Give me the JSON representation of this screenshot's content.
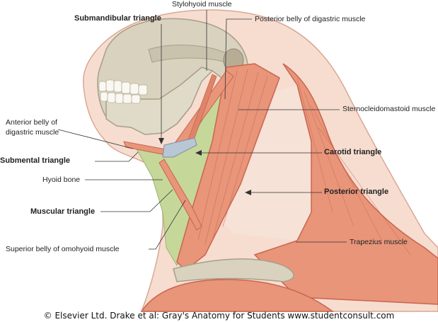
{
  "labels": {
    "submandibular_triangle": "Submandibular triangle",
    "stylohyoid_muscle": "Stylohyoid muscle",
    "posterior_belly_digastric": "Posterior belly of digastric muscle",
    "anterior_belly_digastric_line1": "Anterior belly of",
    "anterior_belly_digastric_line2": "digastric muscle",
    "sternocleidomastoid_muscle": "Sternocleidomastoid muscle",
    "submental_triangle": "Submental triangle",
    "carotid_triangle": "Carotid triangle",
    "hyoid_bone": "Hyoid bone",
    "posterior_triangle": "Posterior triangle",
    "muscular_triangle": "Muscular triangle",
    "trapezius_muscle": "Trapezius muscle",
    "superior_belly_omohyoid": "Superior belly of omohyoid muscle"
  },
  "credit": "© Elsevier Ltd. Drake et al: Gray's Anatomy for Students www.studentconsult.com",
  "colors": {
    "muscle": "#e8957a",
    "muscle_dark": "#c9654f",
    "bone": "#d8d2bf",
    "bone_shadow": "#a79f88",
    "triangle_fill": "#c6d79a",
    "skin": "#f6ddd0",
    "skin_outline": "#d9a894"
  }
}
